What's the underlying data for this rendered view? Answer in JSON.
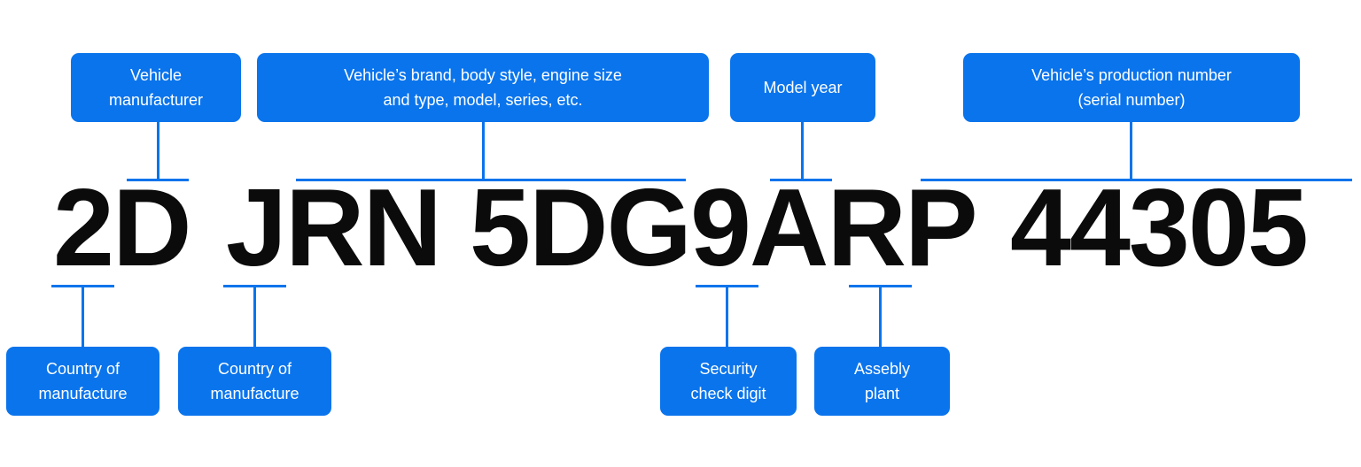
{
  "vin": {
    "segments": [
      "2D",
      "JRN",
      "5DG9ARP",
      "44305"
    ]
  },
  "labels": {
    "vehicle_manufacturer": [
      "Vehicle",
      "manufacturer"
    ],
    "vehicle_descriptor": [
      "Vehicle’s brand, body style, engine size",
      "and type, model, series, etc."
    ],
    "model_year": [
      "Model year"
    ],
    "production_number": [
      "Vehicle’s production number",
      "(serial number)"
    ],
    "country_of_manufacture_1": [
      "Country of",
      "manufacture"
    ],
    "country_of_manufacture_2": [
      "Country of",
      "manufacture"
    ],
    "security_check_digit": [
      "Security",
      "check digit"
    ],
    "assembly_plant": [
      "Assebly",
      "plant"
    ]
  },
  "colors": {
    "accent": "#0a74ec",
    "vin_text": "#0b0b0b",
    "label_text": "#ffffff"
  }
}
